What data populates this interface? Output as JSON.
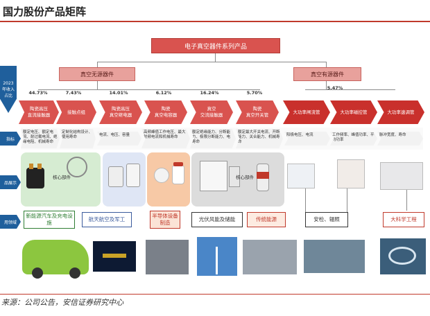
{
  "title": "国力股份产品矩阵",
  "source": "来源：公司公告，安信证券研究中心",
  "root": "电子真空器件系列产品",
  "categories": [
    {
      "label": "真空无源器件"
    },
    {
      "label": "真空有源器件"
    }
  ],
  "side": {
    "top": "2023年收入占比",
    "row1": "指标",
    "row2": "品展示",
    "row3": "用领域"
  },
  "percentages": [
    "44.73%",
    "7.43%",
    "14.01%",
    "6.12%",
    "16.24%",
    "5.70%",
    "5.47%"
  ],
  "products": [
    {
      "l1": "陶瓷高压",
      "l2": "直流接触器"
    },
    {
      "l1": "接触点组",
      "l2": ""
    },
    {
      "l1": "陶瓷高压",
      "l2": "真空继电器"
    },
    {
      "l1": "陶瓷",
      "l2": "真空电容器"
    },
    {
      "l1": "真空",
      "l2": "交流接触器"
    },
    {
      "l1": "陶瓷",
      "l2": "真空开关管"
    },
    {
      "l1": "大功率闸流管",
      "l2": ""
    },
    {
      "l1": "大功率磁控管",
      "l2": ""
    },
    {
      "l1": "大功率速调管",
      "l2": ""
    }
  ],
  "metrics": [
    "额定电压、额定电流、耐过载电流、绝缘电阻、机械寿命",
    "定制化结构设计、使用寿命",
    "电流、电压、容量",
    "高频峰值工作电压、最大射频电流和机械寿命",
    "额定绝缘能力、分断能力、极限分断能力、电寿命",
    "额定最大开关电流、开断能力、关合能力、机械寿命",
    "阳极电压、电流",
    "工作频率、峰值功率、平均功率",
    "脉冲宽度、寿命"
  ],
  "core_label": "核心部件",
  "applications": [
    {
      "label": "新能源汽车及充电设施",
      "color": "#2e7d32"
    },
    {
      "label": "航天航空及军工",
      "color": "#3a5a9c"
    },
    {
      "label": "半导体设备制造",
      "color": "#c0392b"
    },
    {
      "label": "光伏风能及储能",
      "color": "#333333"
    },
    {
      "label": "传统能源",
      "color": "#c0392b"
    },
    {
      "label": "安检、辐照",
      "color": "#333333"
    },
    {
      "label": "大科学工程",
      "color": "#c0392b"
    }
  ]
}
